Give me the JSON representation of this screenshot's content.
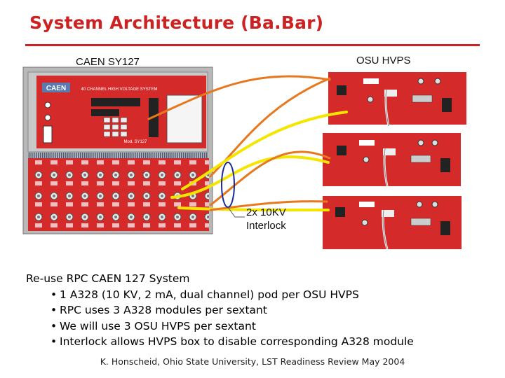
{
  "title": "System Architecture (Ba.Bar)",
  "labels": {
    "caen": "CAEN SY127",
    "osu": "OSU HVPS",
    "connection_line1": "2x 10KV",
    "connection_line2": "Interlock"
  },
  "crate": {
    "brand": "CAEN",
    "banner": "40 CHANNEL HIGH VOLTAGE SYSTEM",
    "model": "Mod. SY127"
  },
  "body": {
    "heading": "Re-use RPC CAEN 127 System",
    "bullets": [
      "1 A328 (10 KV, 2 mA, dual channel) pod per OSU HVPS",
      "RPC uses 3 A328 modules per sextant",
      "We will use 3 OSU HVPS per sextant",
      "Interlock allows HVPS box to disable corresponding A328 module"
    ]
  },
  "footer": "K. Honscheid, Ohio State University, LST Readiness Review May 2004",
  "colors": {
    "accent": "#cc2222",
    "hardware_red": "#d42a2a",
    "cable_yellow": "#f5e600",
    "cable_orange": "#e8781e"
  }
}
